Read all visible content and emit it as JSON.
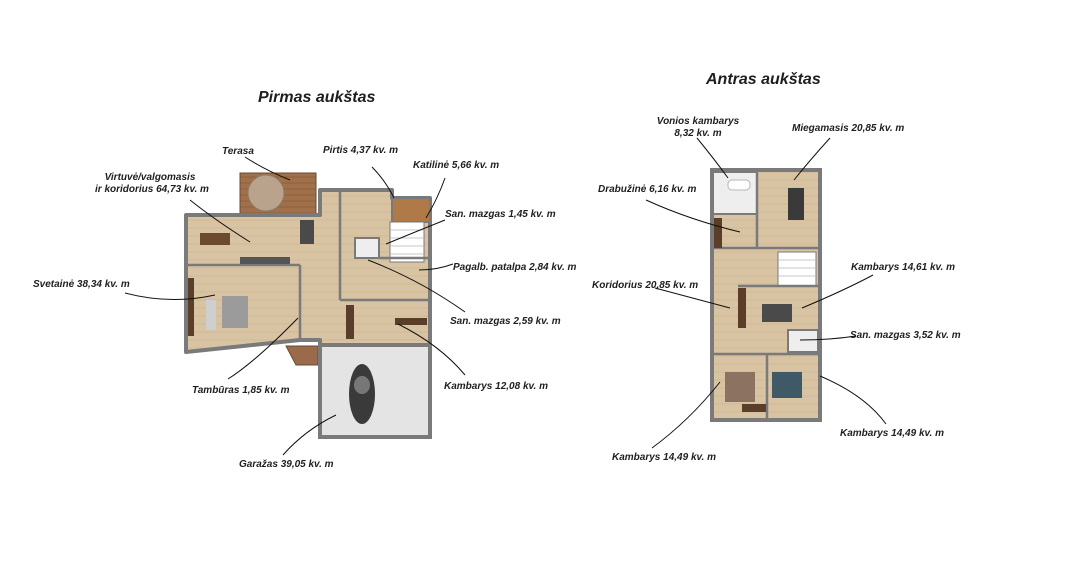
{
  "floors": {
    "first_title": "Pirmas aukštas",
    "second_title": "Antras aukštas"
  },
  "rooms_first": {
    "terasa": "Terasa",
    "pirtis": "Pirtis 4,37 kv. m",
    "katiline": "Katilinė 5,66 kv. m",
    "virtuve_line1": "Virtuvė/valgomasis",
    "virtuve_line2": "ir koridorius 64,73 kv. m",
    "san_mazgas_1": "San. mazgas 1,45 kv. m",
    "pagalb_patalpa": "Pagalb. patalpa 2,84 kv. m",
    "svetaine": "Svetainė 38,34 kv. m",
    "san_mazgas_2": "San. mazgas 2,59 kv. m",
    "kambarys": "Kambarys 12,08 kv. m",
    "tamburas": "Tambūras 1,85 kv. m",
    "garazas": "Garažas 39,05 kv. m"
  },
  "rooms_second": {
    "vonios_line1": "Vonios kambarys",
    "vonios_line2": "8,32 kv. m",
    "miegamasis": "Miegamasis 20,85 kv. m",
    "drabuzine": "Drabužinė 6,16 kv. m",
    "koridorius": "Koridorius 20,85 kv. m",
    "kambarys_a": "Kambarys 14,61 kv. m",
    "san_mazgas": "San. mazgas 3,52 kv. m",
    "kambarys_b": "Kambarys 14,49 kv. m",
    "kambarys_c": "Kambarys 14,49 kv. m"
  },
  "colors": {
    "floor_wood": "#d8c3a2",
    "wall": "#7a7a7a",
    "garage_floor": "#e4e4e4",
    "terrace_wood": "#a0704a",
    "leader_line": "#111111"
  }
}
